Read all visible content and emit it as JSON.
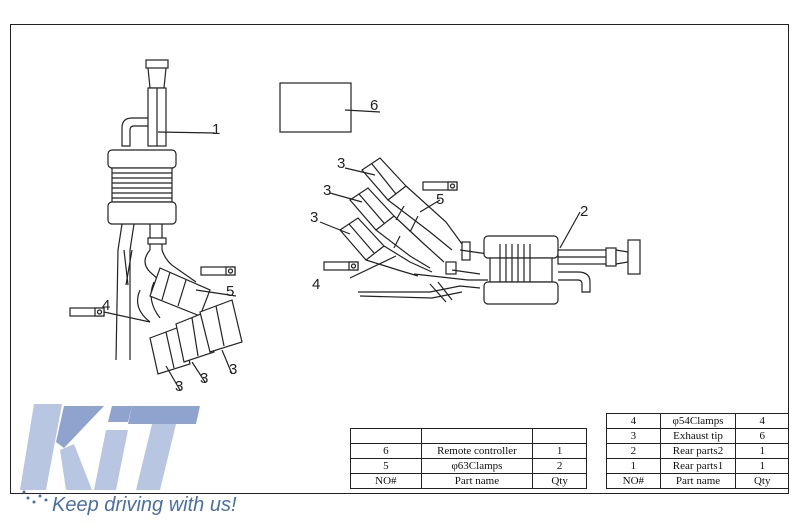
{
  "callouts": {
    "c1": "1",
    "c2": "2",
    "c6": "6",
    "c3a": "3",
    "c3b": "3",
    "c3c": "3",
    "c3d": "3",
    "c3e": "3",
    "c3f": "3",
    "c4a": "4",
    "c4b": "4",
    "c5a": "5",
    "c5b": "5"
  },
  "bom_left": {
    "blank_row": [
      "",
      "",
      ""
    ],
    "rows": [
      {
        "no": "6",
        "part": "Remote controller",
        "qty": "1"
      },
      {
        "no": "5",
        "part": "φ63Clamps",
        "qty": "2"
      }
    ],
    "header": {
      "no": "NO#",
      "part": "Part name",
      "qty": "Qty"
    }
  },
  "bom_right": {
    "rows": [
      {
        "no": "4",
        "part": "φ54Clamps",
        "qty": "4"
      },
      {
        "no": "3",
        "part": "Exhaust tip",
        "qty": "6"
      },
      {
        "no": "2",
        "part": "Rear parts2",
        "qty": "1"
      },
      {
        "no": "1",
        "part": "Rear parts1",
        "qty": "1"
      }
    ],
    "header": {
      "no": "NO#",
      "part": "Part name",
      "qty": "Qty"
    }
  },
  "logo": {
    "letters": "KiT",
    "slogan": "Keep driving with us!",
    "colors": {
      "light": "#b9c6e2",
      "mid": "#8fa3cf",
      "dark": "#4a6fa8"
    }
  }
}
